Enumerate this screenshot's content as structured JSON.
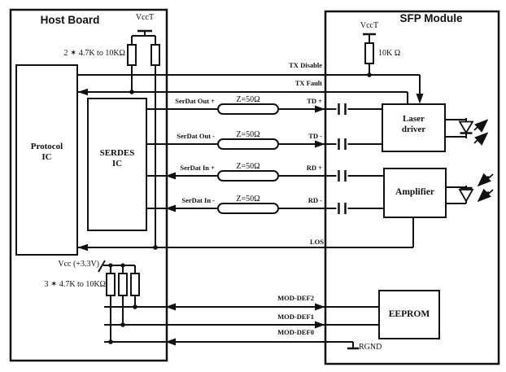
{
  "host": {
    "title": "Host Board",
    "vcct_label": "VccT",
    "pullup2_label": "2 ✶ 4.7K to 10KΩ",
    "protocol_ic": {
      "line1": "Protocol",
      "line2": "IC"
    },
    "serdes_ic": {
      "line1": "SERDES",
      "line2": "IC"
    },
    "vcc33_label": "Vcc (+3.3V)",
    "pullup3_label": "3 ✶ 4.7K to 10KΩ"
  },
  "module": {
    "title": "SFP Module",
    "vcct_label": "VccT",
    "r10k_label": "10K Ω",
    "laser_driver": {
      "line1": "Laser",
      "line2": "driver"
    },
    "amplifier_label": "Amplifier",
    "eeprom_label": "EEPROM",
    "rgnd_label": "RGND"
  },
  "signals": {
    "tx_disable": "TX Disable",
    "tx_fault": "TX Fault",
    "serdat_out_p": "SerDat Out +",
    "serdat_out_n": "SerDat Out -",
    "serdat_in_p": "SerDat In +",
    "serdat_in_n": "SerDat In -",
    "td_p": "TD +",
    "td_n": "TD -",
    "rd_p": "RD +",
    "rd_n": "RD -",
    "los": "LOS",
    "mod_def2": "MOD-DEF2",
    "mod_def1": "MOD-DEF1",
    "mod_def0": "MOD-DEF0",
    "z50": "Z=50Ω"
  },
  "colors": {
    "ink": "#111111",
    "background": "#ffffff"
  }
}
